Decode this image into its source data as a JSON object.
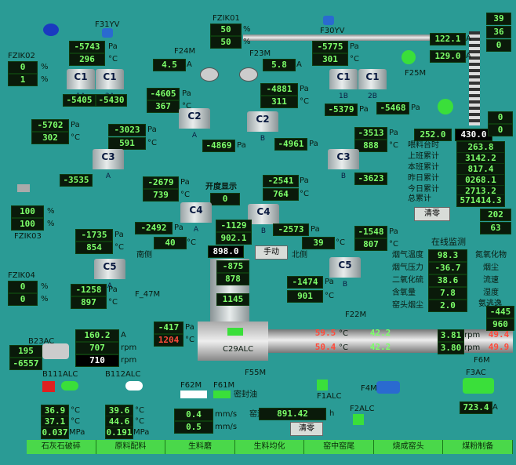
{
  "top": {
    "fzik01": "FZIK01",
    "fzik01_v1": "50",
    "fzik01_v2": "50",
    "pct": "%",
    "f31yv": "F31YV",
    "f30yv": "F30YV",
    "f24m": "F24M",
    "f23m": "F23M",
    "v_m5743": "-5743",
    "v_296": "296",
    "v_45": "4.5",
    "v_58": "5.8",
    "v_m5775": "-5775",
    "v_301": "301",
    "v_1221": "122.1",
    "v_1290": "129.0",
    "r39": "39",
    "r36": "36",
    "r0": "0",
    "f25m": "F25M",
    "pa": "Pa",
    "degc": "°C",
    "a": "A"
  },
  "left": {
    "fzik02": "FZIK02",
    "v0": "0",
    "v1": "1",
    "m5405": "-5405",
    "m5430": "-5430",
    "m4605": "-4605",
    "v367": "367",
    "m5702": "-5702",
    "v302": "302",
    "m3023": "-3023",
    "v591": "591",
    "m3535": "-3535",
    "m2679": "-2679",
    "v739": "739",
    "p100a": "100",
    "p100b": "100",
    "fzik03": "FZIK03",
    "m1735": "-1735",
    "v854": "854",
    "m2492": "-2492",
    "v40": "40",
    "fzik04": "FZIK04",
    "z1": "0",
    "z2": "0",
    "m1258": "-1258",
    "v897": "897",
    "f47m": "F_47M"
  },
  "center": {
    "m4869": "-4869",
    "m4961": "-4961",
    "m4881": "-4881",
    "v311": "311",
    "open_title": "开度显示",
    "open_val": "0",
    "m2541": "-2541",
    "v764": "764",
    "m1129": "-1129",
    "v9021": "902.1",
    "m2573": "-2573",
    "v39": "39",
    "v8980": "898.0",
    "manual": "手动",
    "south": "南侧",
    "north": "北侧",
    "m875": "-875",
    "v878": "878",
    "v1145": "1145",
    "m1474": "-1474",
    "v901": "901",
    "m417": "-417",
    "v1204": "1204",
    "c29alc": "C29ALC",
    "f55m": "F55M",
    "f22m": "F22M"
  },
  "right": {
    "m5379": "-5379",
    "m5468": "-5468",
    "m3513": "-3513",
    "v888": "888",
    "m3623": "-3623",
    "m1548": "-1548",
    "v807": "807",
    "v2520": "252.0",
    "v4300": "430.0",
    "r0a": "0",
    "r0b": "0",
    "feed_rows": [
      {
        "label": "喂料台时",
        "value": "263.8"
      },
      {
        "label": "上班累计",
        "value": "3142.2"
      },
      {
        "label": "本班累计",
        "value": "817.4"
      },
      {
        "label": "昨日累计",
        "value": "0268.1"
      },
      {
        "label": "今日累计",
        "value": "2713.2"
      },
      {
        "label": "总累计",
        "value": "571414.3"
      }
    ],
    "clear": "清零",
    "v202": "202",
    "v63": "63",
    "online_title": "在线监测",
    "gas_rows": [
      {
        "label": "烟气温度",
        "value": "98.3"
      },
      {
        "label": "烟气压力",
        "value": "-36.7"
      },
      {
        "label": "二氧化硫",
        "value": "38.6"
      },
      {
        "label": "含氧量",
        "value": "7.8"
      },
      {
        "label": "窑头烟尘",
        "value": "2.0"
      }
    ],
    "side_labels": [
      "氮氧化物",
      "烟尘",
      "流速",
      "湿度",
      "氨逃逸"
    ],
    "m445": "-445",
    "v960": "960",
    "kiln_a": "59.5",
    "kiln_b": "50.4",
    "kiln_c": "42.2",
    "kiln_d": "42.2",
    "rpm1": "3.81",
    "rpm2": "3.80",
    "r49a": "49.4",
    "r49b": "49.9",
    "rpm": "rpm",
    "f6m": "F6M",
    "f4m": "F4M",
    "f3ac": "F3AC",
    "v7234": "723.4",
    "f1alc": "F1ALC",
    "f2alc": "F2ALC"
  },
  "bottom": {
    "b23ac": "B23AC",
    "v195": "195",
    "m6557": "-6557",
    "v1602": "160.2",
    "v707": "707",
    "v710": "710",
    "b111": "B111ALC",
    "b112": "B112ALC",
    "t1": "36.9",
    "t2": "37.1",
    "p1": "0.037",
    "t3": "39.6",
    "t4": "44.6",
    "p2": "0.191",
    "mpa": "MPa",
    "f62m": "F62M",
    "f61m": "F61M",
    "f61_txt": "密封油",
    "v04": "0.4",
    "v05": "0.5",
    "mms": "mm/s",
    "run_label": "窑运行时间",
    "run_val": "891.42",
    "h": "h",
    "clear2": "清零"
  },
  "tabs": [
    "石灰石破碎",
    "原料配料",
    "生料磨",
    "生料均化",
    "窑中窑尾",
    "烧成窑头",
    "煤粉制备"
  ]
}
